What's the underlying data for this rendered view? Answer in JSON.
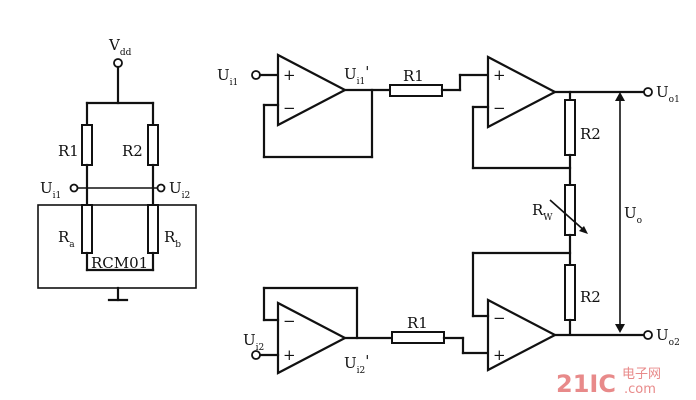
{
  "bridge": {
    "supply": {
      "main": "V",
      "sub": "dd"
    },
    "r1": "R1",
    "r2": "R2",
    "out1": {
      "main": "U",
      "sub": "i1"
    },
    "out2": {
      "main": "U",
      "sub": "i2"
    },
    "ra": {
      "main": "R",
      "sub": "a"
    },
    "rb": {
      "main": "R",
      "sub": "b"
    },
    "chip": "RCM01"
  },
  "amplifier": {
    "in1": {
      "main": "U",
      "sub": "i1"
    },
    "in2": {
      "main": "U",
      "sub": "i2"
    },
    "buf1_out": {
      "main": "U",
      "sub": "i1",
      "prime": "'"
    },
    "buf2_out": {
      "main": "U",
      "sub": "i2",
      "prime": "'"
    },
    "r1_top": "R1",
    "r1_bot": "R1",
    "r2_top": "R2",
    "r2_bot": "R2",
    "rw": {
      "main": "R",
      "sub": "W"
    },
    "out1": {
      "main": "U",
      "sub": "o1"
    },
    "out2": {
      "main": "U",
      "sub": "o2"
    },
    "uo": {
      "main": "U",
      "sub": "o"
    },
    "plus": "+",
    "minus": "−"
  },
  "watermark": {
    "brand": "21IC",
    "site": "电子网",
    "domain": ".com"
  }
}
